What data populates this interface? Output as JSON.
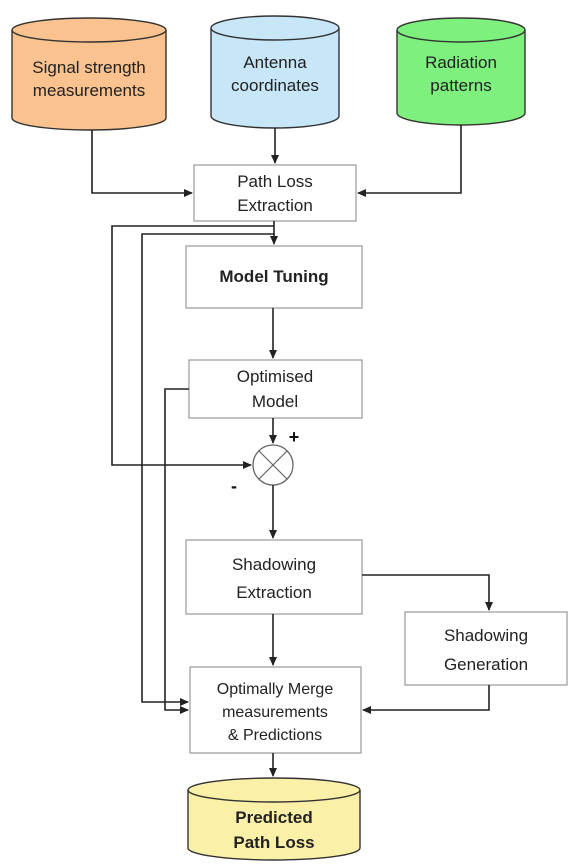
{
  "colors": {
    "signal_db": "#f9c28f",
    "antenna_db": "#c7e6f7",
    "radiation_db": "#7ef07e",
    "predicted_db": "#fbf0a8",
    "box_border": "#9a9a9a",
    "arrow": "#222222"
  },
  "sources": {
    "signal": [
      "Signal strength",
      "measurements"
    ],
    "antenna": [
      "Antenna",
      "coordinates"
    ],
    "radiation": [
      "Radiation",
      "patterns"
    ]
  },
  "steps": {
    "path_loss": [
      "Path Loss",
      "Extraction"
    ],
    "model_tuning": [
      "Model Tuning"
    ],
    "optimised_model": [
      "Optimised",
      "Model"
    ],
    "shadowing_extraction": [
      "Shadowing",
      "Extraction"
    ],
    "shadowing_generation": [
      "Shadowing",
      "Generation"
    ],
    "merge": [
      "Optimally Merge",
      "measurements",
      "& Predictions"
    ]
  },
  "output": {
    "predicted": [
      "Predicted",
      "Path Loss"
    ]
  },
  "summing_junction": {
    "plus_sign": "+",
    "minus_sign": "-"
  }
}
